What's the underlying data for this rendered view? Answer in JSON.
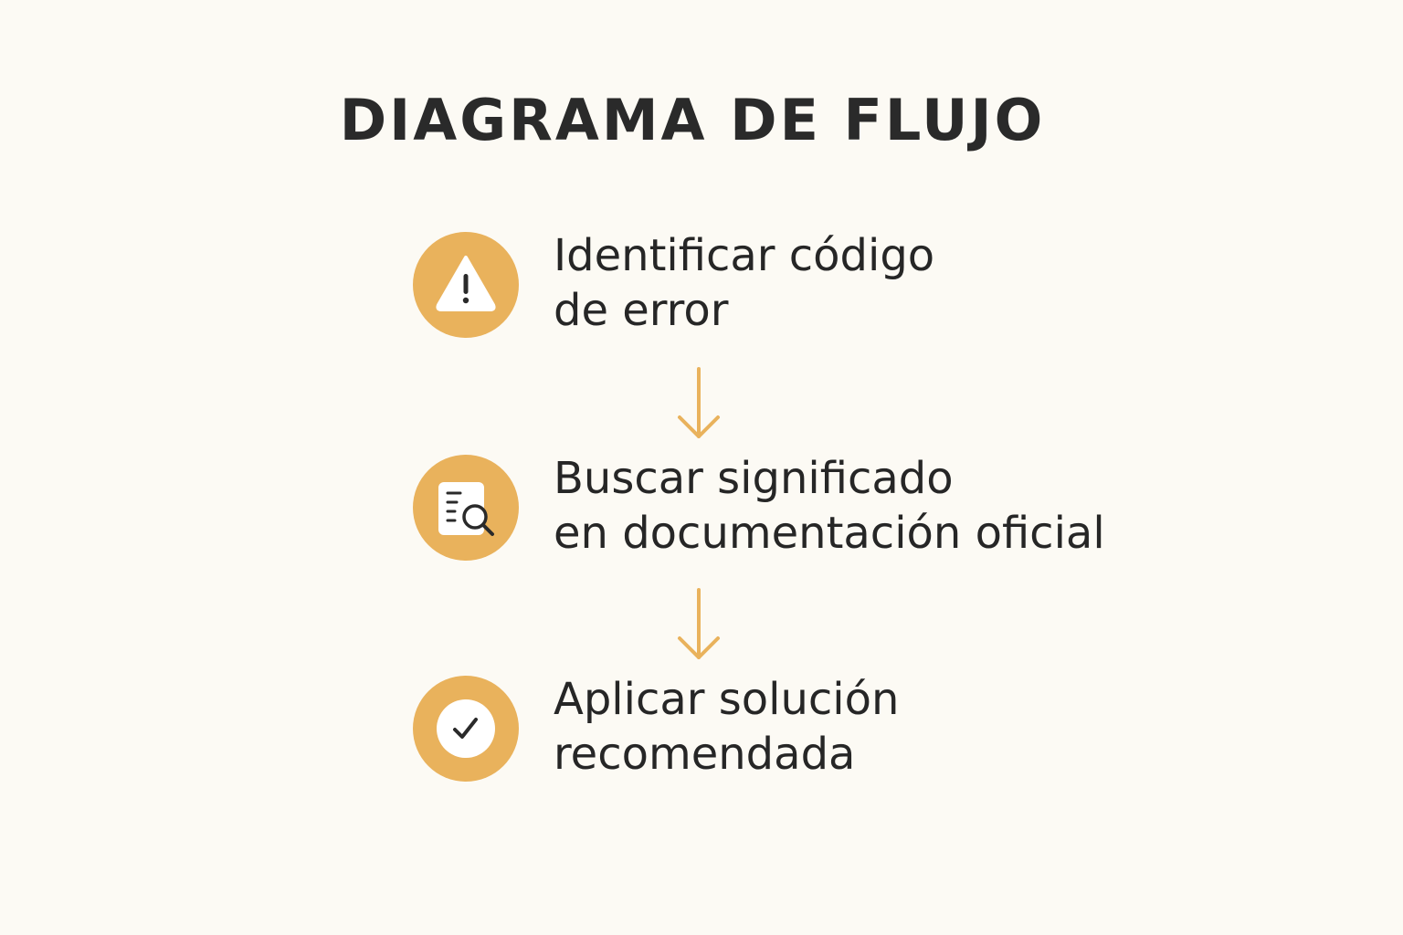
{
  "title": "DIAGRAMA DE FLUJO",
  "accent_color": "#e9b25c",
  "steps": [
    {
      "icon": "warning-triangle-icon",
      "lines": [
        "Identificar código",
        "de error"
      ]
    },
    {
      "icon": "document-search-icon",
      "lines": [
        "Buscar significado",
        "en documentación oficial"
      ]
    },
    {
      "icon": "checkmark-icon",
      "lines": [
        "Aplicar solución",
        "recomendada"
      ]
    }
  ],
  "connectors": [
    "arrow-down",
    "arrow-down"
  ]
}
